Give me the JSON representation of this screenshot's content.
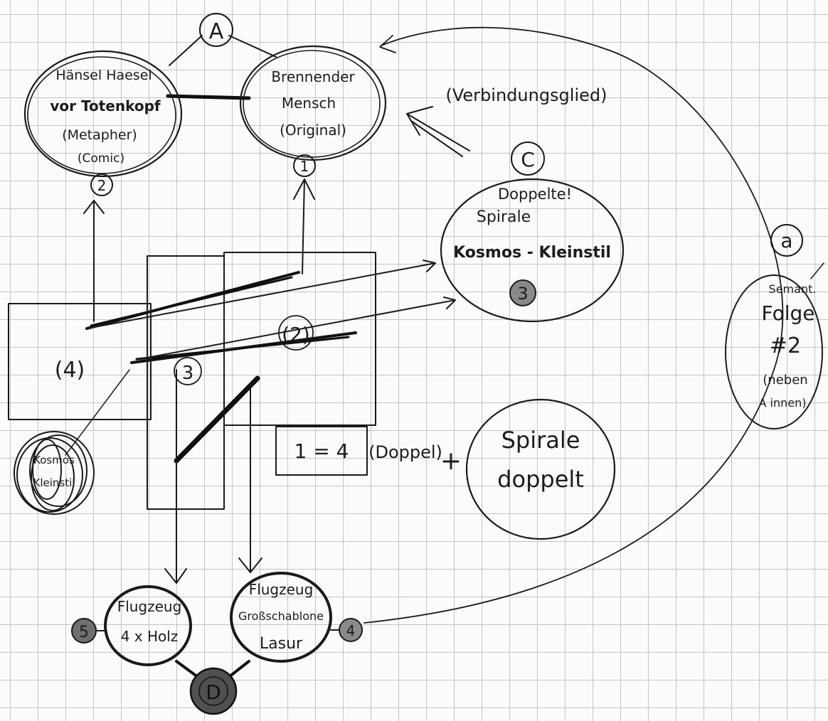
{
  "nodes": {
    "haensel": {
      "line1": "Hänsel Haesel",
      "line2": "vor Totenkopf",
      "line3": "(Metapher)",
      "line4": "(Comic)",
      "badge": "2"
    },
    "mensch": {
      "line1": "Brennender",
      "line2": "Mensch",
      "line3": "(Original)",
      "badge": "1"
    },
    "spirale": {
      "line1": "Doppelte!",
      "line2": "Spirale",
      "line3": "Kosmos - Kleinstil",
      "badge": "3",
      "marker": "C"
    },
    "flugzeug_left": {
      "line1": "Flugzeug",
      "line2": "4 x Holz",
      "badge": "5"
    },
    "flugzeug_right": {
      "line1": "Flugzeug",
      "line2": "Großschablone",
      "line3": "Lasur",
      "badge": "4"
    },
    "spirale_doppelt": {
      "line1": "Spirale",
      "line2": "doppelt"
    },
    "semant": {
      "marker": "a",
      "line1": "Semant.",
      "line2": "Folge",
      "line3": "#2",
      "line4": "(neben",
      "line5": "A innen)"
    },
    "scribble": {
      "line1": "Kosmos",
      "line2": "Kleinstil"
    }
  },
  "markers": {
    "a_top": "A",
    "d_bottom": "D"
  },
  "panels": {
    "left_panel": "(4)",
    "center_panel": "3",
    "right_panel": "(2)"
  },
  "labels": {
    "verbindung": "(Verbindungsglied)",
    "equation": "1 = 4",
    "doppel": "(Doppel)",
    "plus": "+"
  }
}
